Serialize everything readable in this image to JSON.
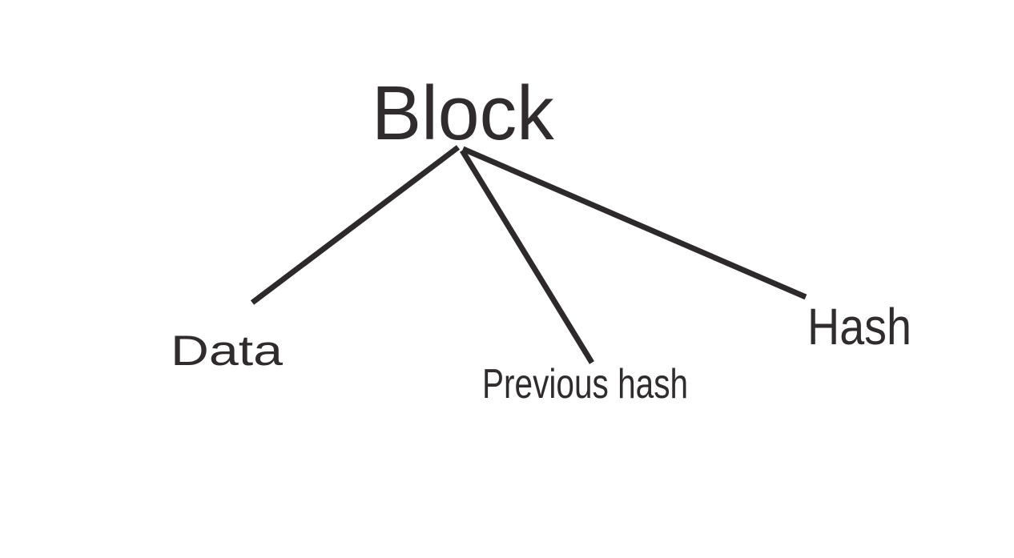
{
  "diagram": {
    "root": {
      "label": "Block"
    },
    "children": [
      {
        "label": "Data"
      },
      {
        "label": "Previous hash"
      },
      {
        "label": "Hash"
      }
    ]
  },
  "colors": {
    "ink": "#302c2d",
    "line": "#2e2a2b",
    "background": "#ffffff"
  }
}
